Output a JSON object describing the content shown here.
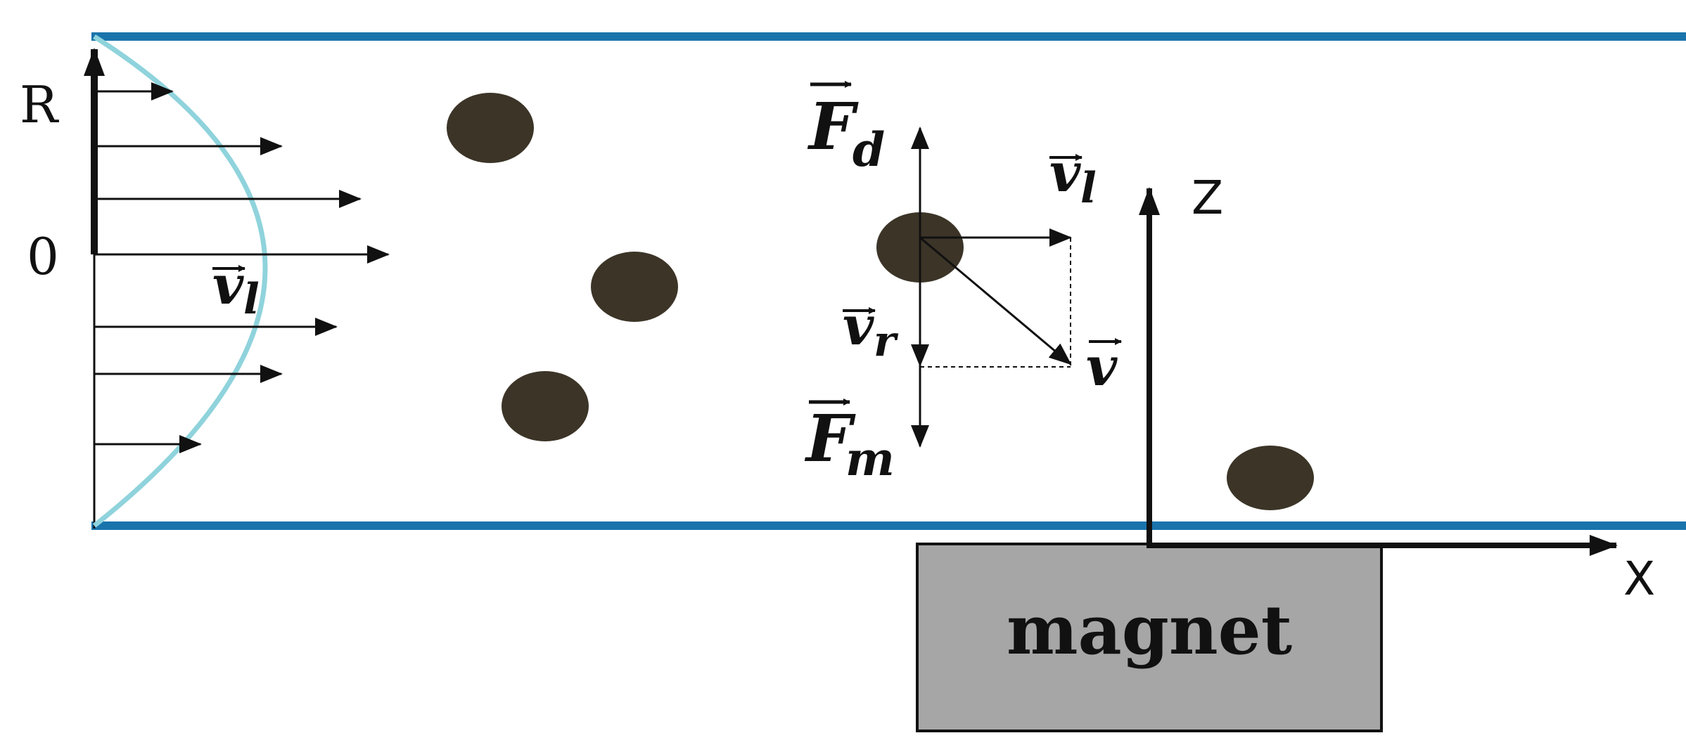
{
  "radial_axis": {
    "top_label": "R",
    "origin_label": "0"
  },
  "velocity_profile_label": {
    "symbol": "v",
    "subscript": "l"
  },
  "forces": {
    "drag": {
      "symbol": "F",
      "subscript": "d"
    },
    "magnetic": {
      "symbol": "F",
      "subscript": "m"
    }
  },
  "particle_velocity": {
    "liquid": {
      "symbol": "v",
      "subscript": "l"
    },
    "radial": {
      "symbol": "v",
      "subscript": "r"
    },
    "resultant": {
      "symbol": "v"
    }
  },
  "coordinate_axes": {
    "z_label": "Z",
    "x_label": "X"
  },
  "magnet": {
    "label": "magnet",
    "color": "#a6a6a6"
  },
  "colors": {
    "tube_wall": "#1a74ac",
    "profile_curve": "#8fd3dc",
    "particle": "#3b3427",
    "ink": "#111111"
  }
}
